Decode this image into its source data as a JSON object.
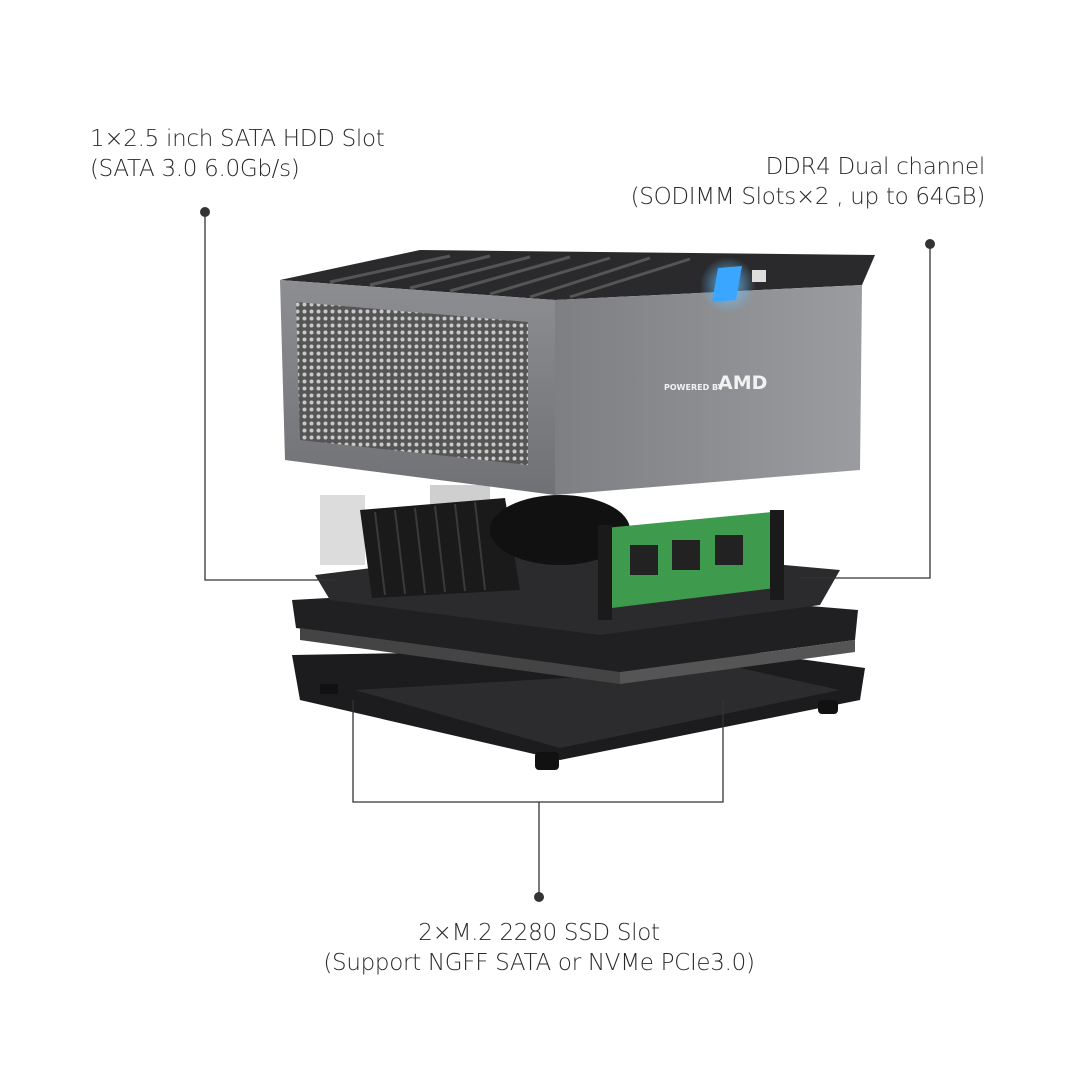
{
  "callouts": {
    "hdd": {
      "line1": "1×2.5 inch SATA HDD Slot",
      "line2": "(SATA 3.0 6.0Gb/s)"
    },
    "ddr": {
      "line1": "DDR4 Dual channel",
      "line2": "(SODIMM Slots×2 , up to 64GB)"
    },
    "ssd": {
      "line1": "2×M.2 2280 SSD Slot",
      "line2": "(Support NGFF SATA or NVMe PCIe3.0)"
    }
  },
  "product": {
    "brand_small": "POWERED BY",
    "brand_large": "AMD"
  },
  "colors": {
    "led": "#3aa6ff",
    "case": "#8a8c90",
    "ram": "#3e9a4c",
    "line": "#333333"
  }
}
